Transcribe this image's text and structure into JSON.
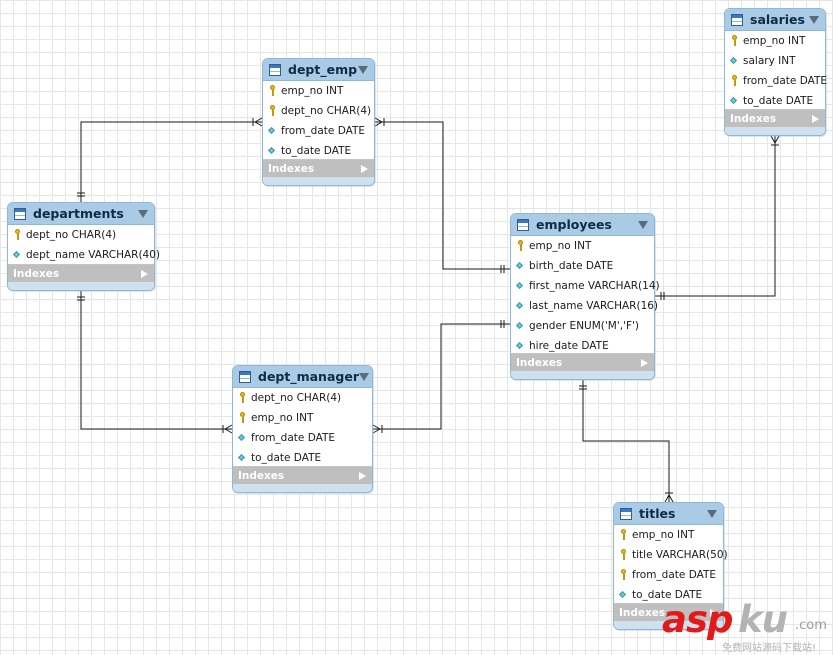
{
  "footer_label": "Indexes",
  "entities": {
    "dept_emp": {
      "title": "dept_emp",
      "attributes": [
        {
          "text": "emp_no INT",
          "icon": "primary-key"
        },
        {
          "text": "dept_no CHAR(4)",
          "icon": "primary-key"
        },
        {
          "text": "from_date DATE",
          "icon": "column"
        },
        {
          "text": "to_date DATE",
          "icon": "column"
        }
      ]
    },
    "salaries": {
      "title": "salaries",
      "attributes": [
        {
          "text": "emp_no INT",
          "icon": "primary-key"
        },
        {
          "text": "salary INT",
          "icon": "column"
        },
        {
          "text": "from_date DATE",
          "icon": "primary-key"
        },
        {
          "text": "to_date DATE",
          "icon": "column"
        }
      ]
    },
    "departments": {
      "title": "departments",
      "attributes": [
        {
          "text": "dept_no CHAR(4)",
          "icon": "primary-key"
        },
        {
          "text": "dept_name VARCHAR(40)",
          "icon": "column"
        }
      ]
    },
    "employees": {
      "title": "employees",
      "attributes": [
        {
          "text": "emp_no INT",
          "icon": "primary-key"
        },
        {
          "text": "birth_date DATE",
          "icon": "column"
        },
        {
          "text": "first_name VARCHAR(14)",
          "icon": "column"
        },
        {
          "text": "last_name VARCHAR(16)",
          "icon": "column"
        },
        {
          "text": "gender ENUM('M','F')",
          "icon": "column"
        },
        {
          "text": "hire_date DATE",
          "icon": "column"
        }
      ]
    },
    "dept_manager": {
      "title": "dept_manager",
      "attributes": [
        {
          "text": "dept_no CHAR(4)",
          "icon": "primary-key"
        },
        {
          "text": "emp_no INT",
          "icon": "primary-key"
        },
        {
          "text": "from_date DATE",
          "icon": "column"
        },
        {
          "text": "to_date DATE",
          "icon": "column"
        }
      ]
    },
    "titles": {
      "title": "titles",
      "attributes": [
        {
          "text": "emp_no INT",
          "icon": "primary-key"
        },
        {
          "text": "title VARCHAR(50)",
          "icon": "primary-key"
        },
        {
          "text": "from_date DATE",
          "icon": "primary-key"
        },
        {
          "text": "to_date DATE",
          "icon": "column"
        }
      ]
    }
  },
  "relationships": [
    {
      "one": "departments",
      "many": "dept_emp"
    },
    {
      "one": "employees",
      "many": "dept_emp"
    },
    {
      "one": "employees",
      "many": "salaries"
    },
    {
      "one": "departments",
      "many": "dept_manager"
    },
    {
      "one": "employees",
      "many": "dept_manager"
    },
    {
      "one": "employees",
      "many": "titles"
    }
  ],
  "watermark": {
    "brand_red": "asp",
    "brand_gray": "ku",
    "suffix": ".com",
    "subtitle": "免费网站源码下载站!"
  },
  "colors": {
    "header": "#a9cbe5",
    "border": "#8fb7d6",
    "footer": "#bfbfbf",
    "line": "#1a1a1a",
    "watermark_red": "#e21a1a"
  }
}
